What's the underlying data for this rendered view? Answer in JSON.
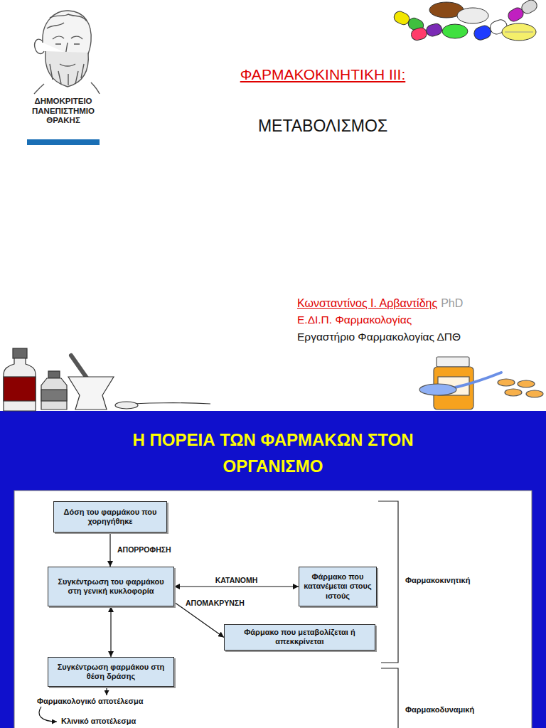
{
  "diagram": {
    "title": "ΦΑΡΜΑΚΟΚΙΝΗΤΙΚΗ ΙΙΙ:",
    "nodes": [
      {
        "text": [
          "Δόση του φαρμάκου που χορηγήθηκε"
        ]
      },
      {
        "text": [
          "Συγκέντρωση του φαρμάκου στη γενική κυκλοφορία"
        ]
      },
      {
        "text": [
          "Φάρμακο που κατανέμεται στους ιστούς"
        ]
      },
      {
        "text": [
          "Φάρμακο που μεταβολίζεται ή απεκκρίνεται"
        ]
      },
      {
        "text": [
          "Συγκέντρωση φαρμάκου στη θέση δράσης"
        ]
      }
    ],
    "edges": [
      {
        "from": 0,
        "to": 1,
        "arrow": "to",
        "label": "ΑΠΟΡΡΟΦΗΣΗ"
      },
      {
        "from": 1,
        "to": 2,
        "arrow": "both",
        "label": "ΚΑΤΑΝΟΜΗ"
      },
      {
        "from": 1,
        "to": 3,
        "arrow": "to",
        "label": "ΑΠΟΜΑΚΡΥΝΣΗ"
      },
      {
        "from": 1,
        "to": 4,
        "arrow": "both"
      }
    ],
    "labels": [
      "ΔΗΜΟΚΡΙΤΕΙΟ ΠΑΝΕΠΙΣΤΗΜΙΟ ΘΡΑΚΗΣ",
      "ΜΕΤΑΒΟΛΙΣΜΟΣ",
      "Κωνσταντίνος Ι. Αρβαντίδης",
      "PhD",
      "Ε.ΔΙ.Π. Φαρμακολογίας",
      "Εργαστήριο Φαρμακολογίας ΔΠΘ",
      "Η ΠΟΡΕΙΑ ΤΩΝ ΦΑΡΜΑΚΩΝ ΣΤΟΝ ΟΡΓΑΝΙΣΜΟ",
      "Φαρμακολογικό αποτέλεσμα",
      "Κλινικό αποτέλεσμα",
      "Φαρμακοκινητική",
      "Φαρμακοδυναμική"
    ]
  }
}
